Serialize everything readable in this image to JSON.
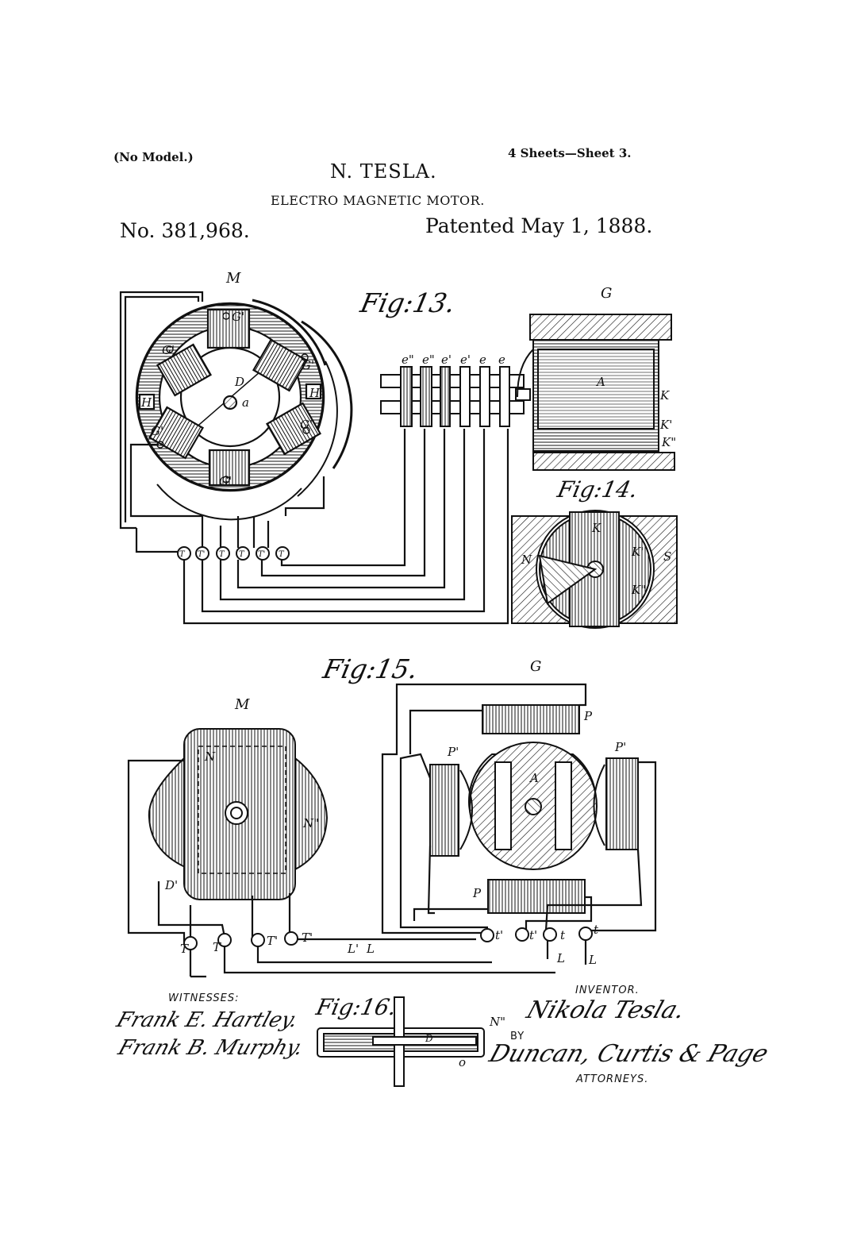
{
  "header": {
    "no_model": "(No Model.)",
    "sheets": "4 Sheets—Sheet 3.",
    "inventor_name": "N. TESLA.",
    "title": "ELECTRO MAGNETIC MOTOR.",
    "patent_number": "No. 381,968.",
    "patented_date": "Patented May 1, 1888."
  },
  "figures": {
    "fig13": "Fig:13.",
    "fig14": "Fig:14.",
    "fig15": "Fig:15.",
    "fig16": "Fig:16."
  },
  "letters": {
    "M": "M",
    "G": "G",
    "G_prime": "G'",
    "D": "D",
    "a": "a",
    "H": "H",
    "A": "A",
    "K": "K",
    "K_prime": "K'",
    "K_double": "K\"",
    "e": "e",
    "e_prime": "e'",
    "e_double": "e\"",
    "T": "T",
    "T_prime": "T'",
    "N": "N",
    "S": "S",
    "P": "P",
    "P_prime": "P'",
    "t": "t",
    "t_prime": "t'",
    "L": "L",
    "L_prime": "L'",
    "D_prime": "D'",
    "N_double": "N\"",
    "o": "o"
  },
  "signatures": {
    "witnesses_heading": "WITNESSES:",
    "witness_1": "Frank E. Hartley.",
    "witness_2": "Frank B. Murphy.",
    "inventor_heading": "INVENTOR.",
    "inventor_signature": "Nikola Tesla.",
    "by": "BY",
    "attorneys_signature": "Duncan, Curtis & Page",
    "attorneys_heading": "ATTORNEYS."
  }
}
